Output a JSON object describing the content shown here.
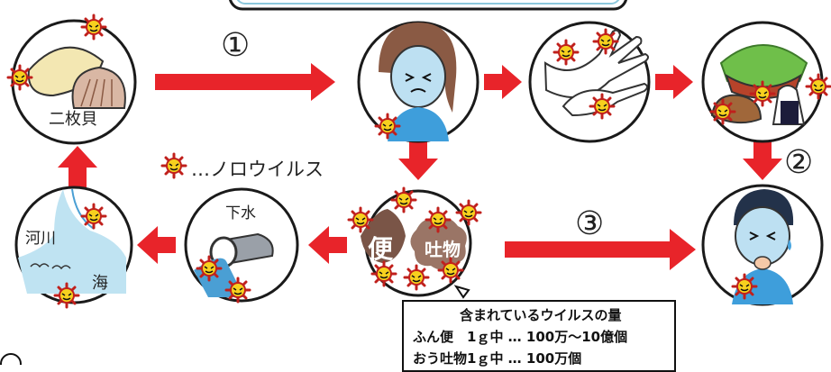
{
  "steps": {
    "one": "①",
    "two": "②",
    "three": "③"
  },
  "labels": {
    "shellfish": "二枚貝",
    "sewage": "下水",
    "river": "河川",
    "sea": "海",
    "feces": "便",
    "vomit": "吐物"
  },
  "legend": {
    "text": "…ノロウイルス",
    "icon": "norovirus-icon"
  },
  "info_box": {
    "title": "含まれているウイルスの量",
    "feces_row": "ふん便　1ｇ中 … 100万～10億個",
    "vomit_row": "おう吐物1ｇ中 … 100万個"
  },
  "colors": {
    "arrow": "#e8242a",
    "virus_fill": "#f7d11e",
    "virus_outline": "#c0201c",
    "stool_brown": "#7a5547",
    "vomit_brown": "#9a7566",
    "water_blue": "#bfe3f2"
  }
}
